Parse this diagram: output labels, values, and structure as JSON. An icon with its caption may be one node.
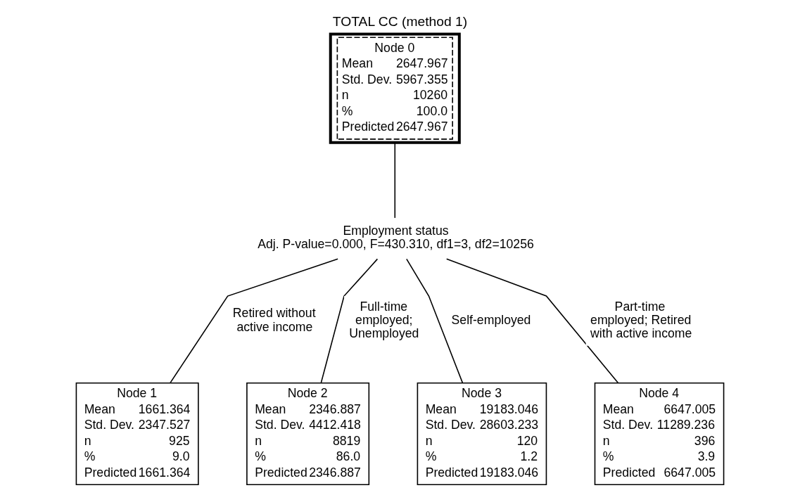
{
  "diagram": {
    "title": "TOTAL CC (method 1)",
    "nodes": [
      {
        "text": [
          "Node 0",
          "Mean",
          "2647.967",
          "Std. Dev.",
          "5967.355",
          "n",
          "10260",
          "%",
          "100.0",
          "Predicted",
          "2647.967"
        ]
      },
      {
        "text": [
          "Employment status",
          "Adj. P-value=0.000, F=430.310, df1=3, df2=10256"
        ]
      },
      {
        "text": [
          "Node 1",
          "Mean",
          "1661.364",
          "Std. Dev.",
          "2347.527",
          "n",
          "925",
          "%",
          "9.0",
          "Predicted",
          "1661.364"
        ]
      },
      {
        "text": [
          "Node 2",
          "Mean",
          "2346.887",
          "Std. Dev.",
          "4412.418",
          "n",
          "8819",
          "%",
          "86.0",
          "Predicted",
          "2346.887"
        ]
      },
      {
        "text": [
          "Node 3",
          "Mean",
          "19183.046",
          "Std. Dev.",
          "28603.233",
          "n",
          "120",
          "%",
          "1.2",
          "Predicted",
          "19183.046"
        ]
      },
      {
        "text": [
          "Node 4",
          "Mean",
          "6647.005",
          "Std. Dev.",
          "11289.236",
          "n",
          "396",
          "%",
          "3.9",
          "Predicted",
          "6647.005"
        ]
      }
    ],
    "edges": [
      {
        "from": 0,
        "to": 1,
        "arrow": "none"
      },
      {
        "from": 1,
        "to": 2,
        "arrow": "none",
        "label": "Retired without active income"
      },
      {
        "from": 1,
        "to": 3,
        "arrow": "none",
        "label": "Full-time employed; Unemployed"
      },
      {
        "from": 1,
        "to": 4,
        "arrow": "none",
        "label": "Self-employed"
      },
      {
        "from": 1,
        "to": 5,
        "arrow": "none",
        "label": "Part-time employed; Retired with active income"
      }
    ]
  }
}
